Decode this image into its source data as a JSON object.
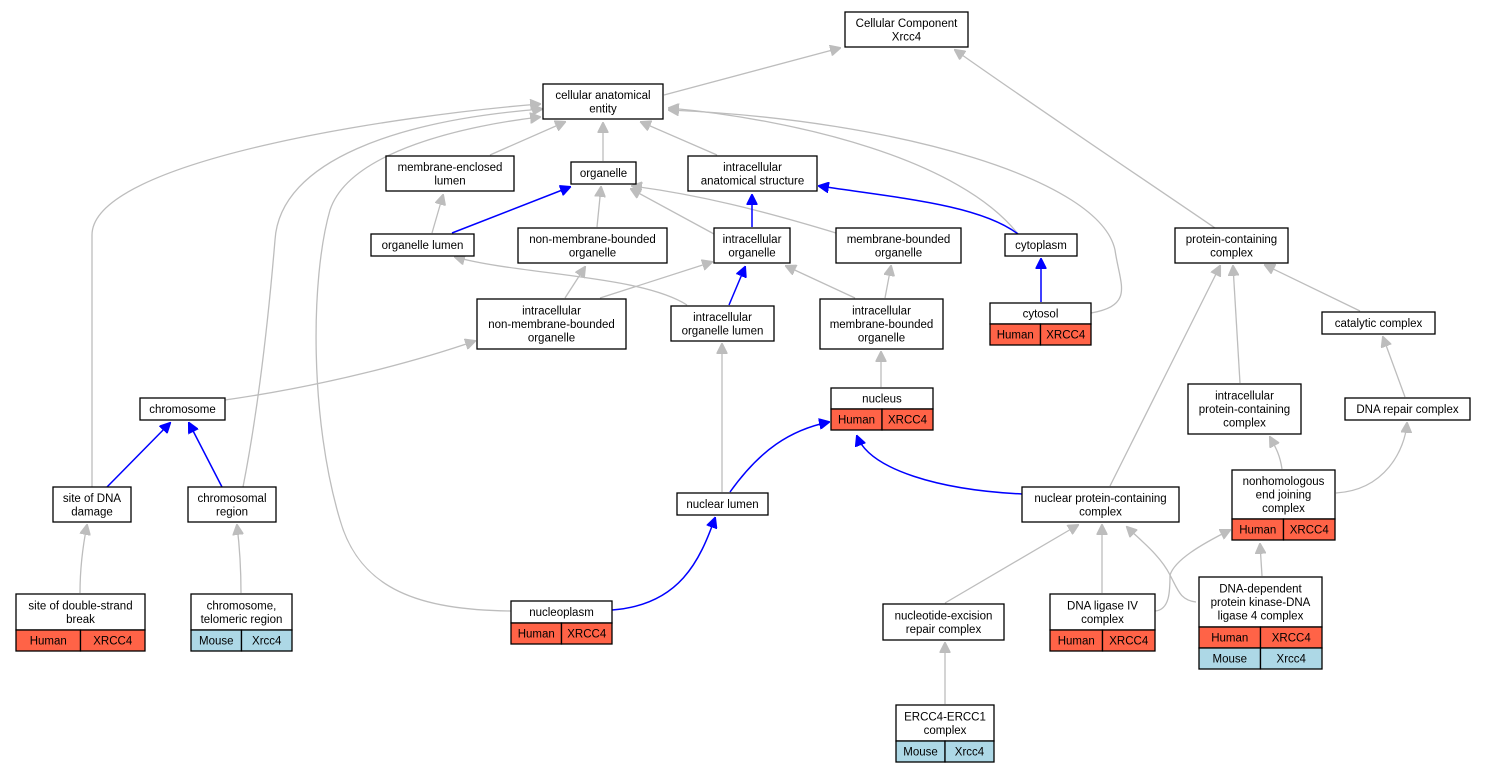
{
  "colors": {
    "human": "#ff6347",
    "mouse": "#add8e6",
    "edge_default": "#bdbdbd",
    "edge_highlight": "#0000ff"
  },
  "nodes": [
    {
      "id": "cc",
      "lines": [
        "Cellular Component",
        "Xrcc4"
      ]
    },
    {
      "id": "cae",
      "lines": [
        "cellular anatomical",
        "entity"
      ]
    },
    {
      "id": "mel",
      "lines": [
        "membrane-enclosed",
        "lumen"
      ]
    },
    {
      "id": "organelle",
      "lines": [
        "organelle"
      ]
    },
    {
      "id": "ias",
      "lines": [
        "intracellular",
        "anatomical structure"
      ]
    },
    {
      "id": "pcc",
      "lines": [
        "protein-containing",
        "complex"
      ]
    },
    {
      "id": "ol",
      "lines": [
        "organelle lumen"
      ]
    },
    {
      "id": "nmbo",
      "lines": [
        "non-membrane-bounded",
        "organelle"
      ]
    },
    {
      "id": "io",
      "lines": [
        "intracellular",
        "organelle"
      ]
    },
    {
      "id": "mbo",
      "lines": [
        "membrane-bounded",
        "organelle"
      ]
    },
    {
      "id": "cytoplasm",
      "lines": [
        "cytoplasm"
      ]
    },
    {
      "id": "inmbo",
      "lines": [
        "intracellular",
        "non-membrane-bounded",
        "organelle"
      ]
    },
    {
      "id": "iol",
      "lines": [
        "intracellular",
        "organelle lumen"
      ]
    },
    {
      "id": "imbo",
      "lines": [
        "intracellular",
        "membrane-bounded",
        "organelle"
      ]
    },
    {
      "id": "cytosol",
      "lines": [
        "cytosol"
      ],
      "cells": [
        {
          "label": "Human",
          "species": "human"
        },
        {
          "label": "XRCC4",
          "species": "human"
        }
      ]
    },
    {
      "id": "catc",
      "lines": [
        "catalytic complex"
      ]
    },
    {
      "id": "chromosome",
      "lines": [
        "chromosome"
      ]
    },
    {
      "id": "nucleus",
      "lines": [
        "nucleus"
      ],
      "cells": [
        {
          "label": "Human",
          "species": "human"
        },
        {
          "label": "XRCC4",
          "species": "human"
        }
      ]
    },
    {
      "id": "ipcc",
      "lines": [
        "intracellular",
        "protein-containing",
        "complex"
      ]
    },
    {
      "id": "drc",
      "lines": [
        "DNA repair complex"
      ]
    },
    {
      "id": "sdd",
      "lines": [
        "site of DNA",
        "damage"
      ]
    },
    {
      "id": "chreg",
      "lines": [
        "chromosomal",
        "region"
      ]
    },
    {
      "id": "nlumen",
      "lines": [
        "nuclear lumen"
      ]
    },
    {
      "id": "npcc",
      "lines": [
        "nuclear protein-containing",
        "complex"
      ]
    },
    {
      "id": "nhej",
      "lines": [
        "nonhomologous",
        "end joining",
        "complex"
      ],
      "cells": [
        {
          "label": "Human",
          "species": "human"
        },
        {
          "label": "XRCC4",
          "species": "human"
        }
      ]
    },
    {
      "id": "sdsb",
      "lines": [
        "site of double-strand",
        "break"
      ],
      "cells": [
        {
          "label": "Human",
          "species": "human"
        },
        {
          "label": "XRCC4",
          "species": "human"
        }
      ]
    },
    {
      "id": "ctr",
      "lines": [
        "chromosome,",
        "telomeric region"
      ],
      "cells": [
        {
          "label": "Mouse",
          "species": "mouse"
        },
        {
          "label": "Xrcc4",
          "species": "mouse"
        }
      ]
    },
    {
      "id": "nucleoplasm",
      "lines": [
        "nucleoplasm"
      ],
      "cells": [
        {
          "label": "Human",
          "species": "human"
        },
        {
          "label": "XRCC4",
          "species": "human"
        }
      ]
    },
    {
      "id": "nerc",
      "lines": [
        "nucleotide-excision",
        "repair complex"
      ]
    },
    {
      "id": "dl4",
      "lines": [
        "DNA ligase IV",
        "complex"
      ],
      "cells": [
        {
          "label": "Human",
          "species": "human"
        },
        {
          "label": "XRCC4",
          "species": "human"
        }
      ]
    },
    {
      "id": "dpk",
      "lines": [
        "DNA-dependent",
        "protein kinase-DNA",
        "ligase 4 complex"
      ],
      "cells": [
        {
          "label": "Human",
          "species": "human"
        },
        {
          "label": "XRCC4",
          "species": "human"
        },
        {
          "label": "Mouse",
          "species": "mouse"
        },
        {
          "label": "Xrcc4",
          "species": "mouse"
        }
      ]
    },
    {
      "id": "erc",
      "lines": [
        "ERCC4-ERCC1",
        "complex"
      ],
      "cells": [
        {
          "label": "Mouse",
          "species": "mouse"
        },
        {
          "label": "Xrcc4",
          "species": "mouse"
        }
      ]
    }
  ],
  "edges": [
    {
      "from": "cae",
      "to": "cc",
      "style": "gray"
    },
    {
      "from": "pcc",
      "to": "cc",
      "style": "gray"
    },
    {
      "from": "mel",
      "to": "cae",
      "style": "gray"
    },
    {
      "from": "organelle",
      "to": "cae",
      "style": "gray"
    },
    {
      "from": "ias",
      "to": "cae",
      "style": "gray"
    },
    {
      "from": "cytoplasm",
      "to": "cae",
      "style": "gray"
    },
    {
      "from": "cytosol",
      "to": "cae",
      "style": "gray"
    },
    {
      "from": "sdd",
      "to": "cae",
      "style": "gray"
    },
    {
      "from": "chreg",
      "to": "cae",
      "style": "gray"
    },
    {
      "from": "nucleoplasm",
      "to": "cae",
      "style": "gray"
    },
    {
      "from": "ol",
      "to": "mel",
      "style": "gray"
    },
    {
      "from": "ol",
      "to": "organelle",
      "style": "blue"
    },
    {
      "from": "nmbo",
      "to": "organelle",
      "style": "gray"
    },
    {
      "from": "io",
      "to": "organelle",
      "style": "gray"
    },
    {
      "from": "mbo",
      "to": "organelle",
      "style": "gray"
    },
    {
      "from": "io",
      "to": "ias",
      "style": "blue"
    },
    {
      "from": "cytoplasm",
      "to": "ias",
      "style": "blue"
    },
    {
      "from": "cytosol",
      "to": "cytoplasm",
      "style": "blue"
    },
    {
      "from": "inmbo",
      "to": "nmbo",
      "style": "gray"
    },
    {
      "from": "inmbo",
      "to": "io",
      "style": "gray"
    },
    {
      "from": "iol",
      "to": "io",
      "style": "blue"
    },
    {
      "from": "imbo",
      "to": "io",
      "style": "gray"
    },
    {
      "from": "imbo",
      "to": "mbo",
      "style": "gray"
    },
    {
      "from": "iol",
      "to": "ol",
      "style": "gray"
    },
    {
      "from": "chromosome",
      "to": "inmbo",
      "style": "gray"
    },
    {
      "from": "nucleus",
      "to": "imbo",
      "style": "gray"
    },
    {
      "from": "nlumen",
      "to": "iol",
      "style": "gray"
    },
    {
      "from": "nlumen",
      "to": "nucleus",
      "style": "blue"
    },
    {
      "from": "npcc",
      "to": "nucleus",
      "style": "blue"
    },
    {
      "from": "npcc",
      "to": "pcc",
      "style": "gray"
    },
    {
      "from": "ipcc",
      "to": "pcc",
      "style": "gray"
    },
    {
      "from": "catc",
      "to": "pcc",
      "style": "gray"
    },
    {
      "from": "drc",
      "to": "catc",
      "style": "gray"
    },
    {
      "from": "nhej",
      "to": "drc",
      "style": "gray"
    },
    {
      "from": "nhej",
      "to": "ipcc",
      "style": "gray"
    },
    {
      "from": "sdd",
      "to": "chromosome",
      "style": "blue"
    },
    {
      "from": "chreg",
      "to": "chromosome",
      "style": "blue"
    },
    {
      "from": "sdsb",
      "to": "sdd",
      "style": "gray"
    },
    {
      "from": "ctr",
      "to": "chreg",
      "style": "gray"
    },
    {
      "from": "nucleoplasm",
      "to": "nlumen",
      "style": "blue"
    },
    {
      "from": "nerc",
      "to": "npcc",
      "style": "gray"
    },
    {
      "from": "dl4",
      "to": "npcc",
      "style": "gray"
    },
    {
      "from": "dpk",
      "to": "npcc",
      "style": "gray"
    },
    {
      "from": "dl4",
      "to": "nhej",
      "style": "gray"
    },
    {
      "from": "dpk",
      "to": "nhej",
      "style": "gray"
    },
    {
      "from": "erc",
      "to": "nerc",
      "style": "gray"
    }
  ]
}
